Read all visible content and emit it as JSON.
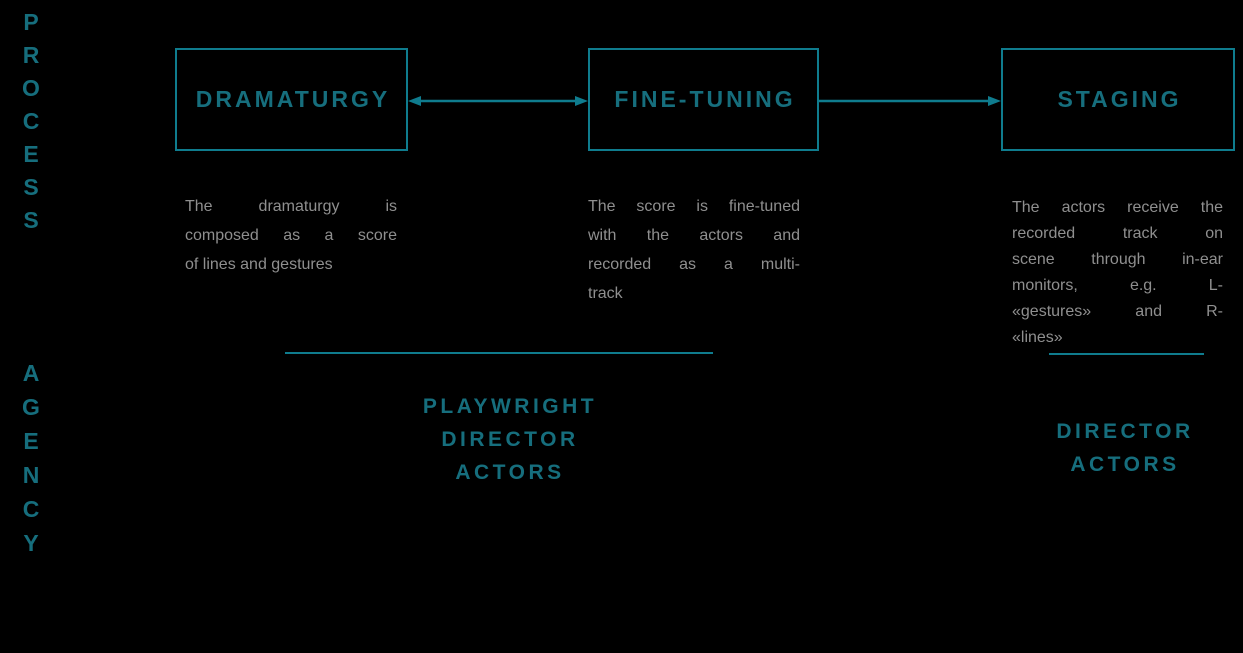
{
  "colors": {
    "bg": "#000000",
    "line": "#0F7C8E",
    "teal_text": "#166E7D",
    "gray_text": "#8F8F8F"
  },
  "axis": {
    "process_label": "PROCESS",
    "agency_label": "AGENCY"
  },
  "steps": [
    {
      "title": "DRAMATURGY",
      "desc": [
        "The dramaturgy is",
        "composed as a score",
        "of lines and gestures"
      ]
    },
    {
      "title": "FINE-TUNING",
      "desc": [
        "The score is fine-tuned",
        "with the actors and",
        "recorded as a multi-",
        "track"
      ]
    },
    {
      "title": "STAGING",
      "desc": [
        "The actors receive the",
        "recorded track on",
        "scene through in-ear",
        "monitors, e.g. L-",
        "«gestures» and R-",
        "«lines»"
      ]
    }
  ],
  "arrows": [
    {
      "from": "DRAMATURGY",
      "to": "FINE-TUNING",
      "type": "double-headed"
    },
    {
      "from": "FINE-TUNING",
      "to": "STAGING",
      "type": "right"
    }
  ],
  "agency_groups": [
    {
      "members": [
        "PLAYWRIGHT",
        "DIRECTOR",
        "ACTORS"
      ]
    },
    {
      "members": [
        "DIRECTOR",
        "ACTORS"
      ]
    }
  ]
}
